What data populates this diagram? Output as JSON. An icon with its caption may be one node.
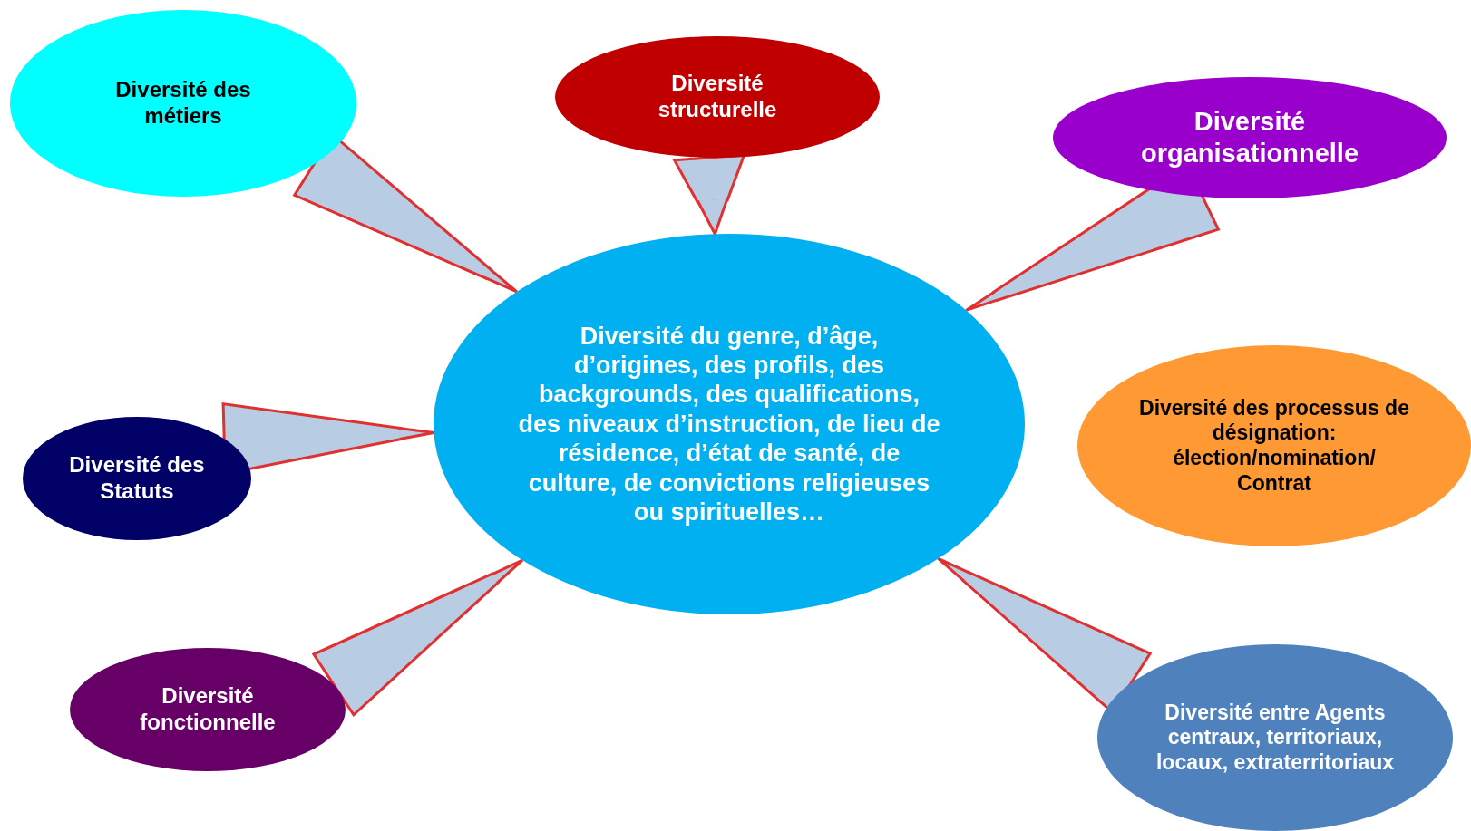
{
  "diagram": {
    "nodes": [
      {
        "text": [
          "Diversité des métiers"
        ]
      },
      {
        "text": [
          "Diversité structurelle"
        ]
      },
      {
        "text": [
          "Diversité organisationnelle"
        ]
      },
      {
        "text": [
          "Diversité du genre, d’âge, d’origines, des profils, des backgrounds, des qualifications, des niveaux d’instruction, de lieu de résidence, d’état de santé, de culture, de convictions religieuses ou spirituelles…"
        ]
      },
      {
        "text": [
          "Diversité des processus de désignation: élection/nomination/ Contrat"
        ]
      },
      {
        "text": [
          "Diversité des Statuts"
        ]
      },
      {
        "text": [
          "Diversité fonctionnelle"
        ]
      },
      {
        "text": [
          "Diversité entre Agents centraux, territoriaux, locaux, extraterritoriaux"
        ]
      }
    ],
    "edges": [
      {
        "from": 0,
        "to": 3,
        "arrow": "to"
      },
      {
        "from": 1,
        "to": 3,
        "arrow": "to"
      },
      {
        "from": 2,
        "to": 3,
        "arrow": "to"
      },
      {
        "from": 5,
        "to": 3,
        "arrow": "to"
      },
      {
        "from": 6,
        "to": 3,
        "arrow": "to"
      },
      {
        "from": 7,
        "to": 3,
        "arrow": "to"
      }
    ]
  }
}
